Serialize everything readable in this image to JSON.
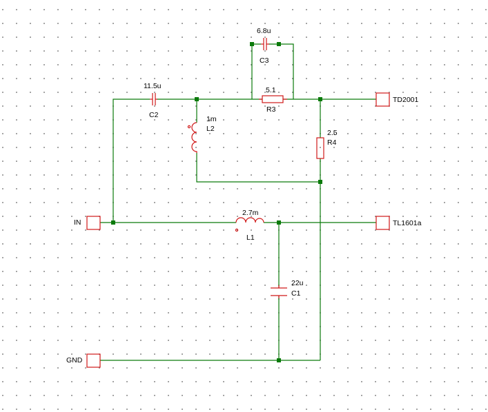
{
  "colors": {
    "wire": "#0a7a0a",
    "component": "#d01818",
    "grid_dot": "#8a8a8a",
    "background": "#ffffff"
  },
  "components": {
    "C3": {
      "value": "6.8u",
      "name": "C3"
    },
    "C2": {
      "value": "11.5u",
      "name": "C2"
    },
    "R3": {
      "value": "5.1",
      "name": "R3"
    },
    "L2": {
      "value": "1m",
      "name": "L2"
    },
    "R4": {
      "value": "2.5",
      "name": "R4"
    },
    "L1": {
      "value": "2.7m",
      "name": "L1"
    },
    "C1": {
      "value": "22u",
      "name": "C1"
    }
  },
  "ports": {
    "in": "IN",
    "gnd": "GND",
    "td2001": "TD2001",
    "tl1601a": "TL1601a"
  }
}
